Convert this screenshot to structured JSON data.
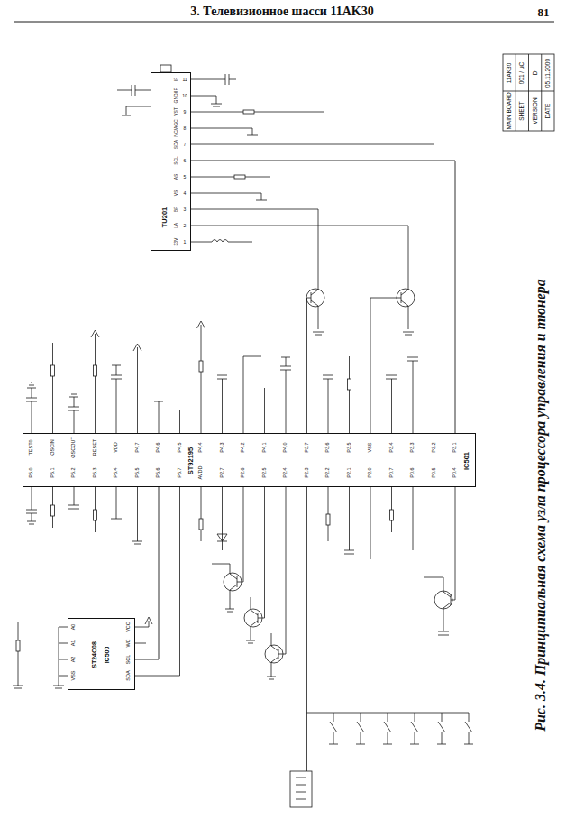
{
  "diagram": {
    "title": "3. Телевизионное шасси 11AK30",
    "caption": "Рис. 3.4. Принципиальная схема узла процессора управления и тюнера",
    "nodes": [
      {
        "text": [
          "ST92195",
          "IC501"
        ]
      },
      {
        "text": [
          "ST24C08",
          "IC500"
        ]
      },
      {
        "text": [
          "TU201"
        ]
      }
    ],
    "edges": [
      {
        "from": 0,
        "to": 2,
        "arrow": "none"
      },
      {
        "from": 0,
        "to": 1,
        "arrow": "none"
      }
    ],
    "labels": [
      "81",
      "MAIN BOARD",
      "11AK30",
      "SHEET",
      "001 / uC",
      "VERSION",
      "D",
      "DATE",
      "05.11.2000",
      "TEST0",
      "OSCIN",
      "OSCOUT",
      "RESET",
      "VDD",
      "P4.7",
      "P4.6",
      "P4.5",
      "P4.4",
      "P4.3",
      "P4.2",
      "P4.1",
      "P4.0",
      "P3.7",
      "P3.6",
      "P3.5",
      "VSS",
      "P3.4",
      "P3.3",
      "P3.2",
      "P3.1",
      "P5.0",
      "P5.1",
      "P5.2",
      "P5.3",
      "P5.4",
      "P5.5",
      "P5.6",
      "P5.7",
      "AVDD",
      "P2.7",
      "P2.6",
      "P2.5",
      "P2.4",
      "P2.3",
      "P2.2",
      "P2.1",
      "P2.0",
      "P0.7",
      "P0.6",
      "P0.5",
      "P0.4",
      "IF",
      "GND/IF",
      "VST",
      "NC/AGC",
      "SDA",
      "SCL",
      "AS",
      "VS",
      "BP",
      "LA",
      "33V",
      "11",
      "10",
      "9",
      "8",
      "7",
      "6",
      "5",
      "4",
      "3",
      "2",
      "1",
      "A0",
      "A1",
      "A2",
      "VSS",
      "VCC",
      "WC",
      "SCL",
      "SDA"
    ]
  }
}
